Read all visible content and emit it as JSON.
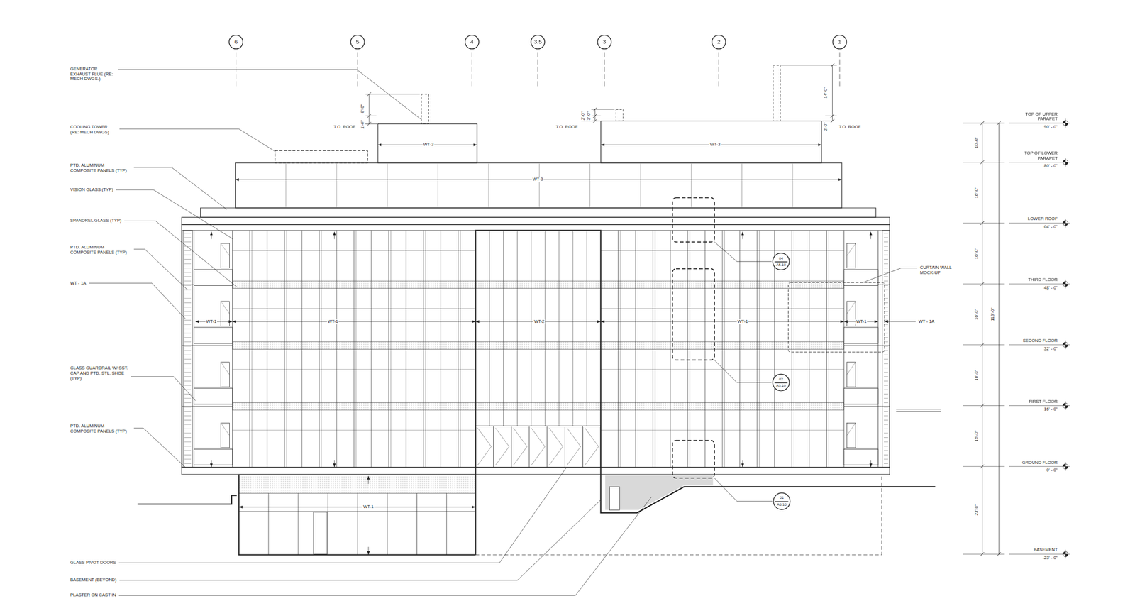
{
  "diagram": {
    "nodes": [
      {
        "text": [
          "6"
        ]
      },
      {
        "text": [
          "5"
        ]
      },
      {
        "text": [
          "4"
        ]
      },
      {
        "text": [
          "3.5"
        ]
      },
      {
        "text": [
          "3"
        ]
      },
      {
        "text": [
          "2"
        ]
      },
      {
        "text": [
          "1"
        ]
      },
      {
        "text": [
          "04",
          "A5.10"
        ]
      },
      {
        "text": [
          "02",
          "A5.10"
        ]
      },
      {
        "text": [
          "01",
          "A5.10"
        ]
      }
    ],
    "labels": [
      "GENERATOR EXHAUST FLUE (RE: MECH DWGS.)",
      "COOLING TOWER (RE: MECH DWGS)",
      "PTD. ALUMINUM COMPOSITE PANELS (TYP)",
      "VISION GLASS (TYP)",
      "SPANDREL GLASS (TYP)",
      "PTD. ALUMINUM COMPOSITE PANELS (TYP)",
      "WT - 1A",
      "GLASS GUARDRAIL W/ SST. CAP AND PTD. STL. SHOE (TYP)",
      "PTD. ALUMINUM COMPOSITE PANELS (TYP)",
      "GLASS PIVOT DOORS",
      "BASEMENT (BEYOND)",
      "PLASTER ON CAST IN",
      "8'-0\"",
      "1'-6\"",
      "T.O. ROOF",
      "WT-3",
      "2'-0\"",
      "3'-0\"",
      "T.O. ROOF",
      "WT-3",
      "14'-0\"",
      "2'-0\"",
      "T.O. ROOF",
      "WT-3",
      "WT-1",
      "WT-1",
      "WT-2",
      "WT-1",
      "WT-1",
      "WT - 1A",
      "CURTAIN WALL MOCK-UP",
      "WT-1",
      "TOP OF UPPER PARAPET",
      "90' - 0\"",
      "TOP OF LOWER PARAPET",
      "80' - 0\"",
      "LOWER ROOF",
      "64' - 0\"",
      "THIRD FLOOR",
      "48' - 0\"",
      "SECOND FLOOR",
      "32' - 0\"",
      "FIRST FLOOR",
      "16' - 0\"",
      "GROUND FLOOR",
      "0' - 0\"",
      "BASEMENT",
      "-23' - 0\"",
      "10'-0\"",
      "16'-0\"",
      "16'-0\"",
      "16'-0\"",
      "16'-0\"",
      "16'-0\"",
      "23'-0\"",
      "113'-0\""
    ]
  }
}
